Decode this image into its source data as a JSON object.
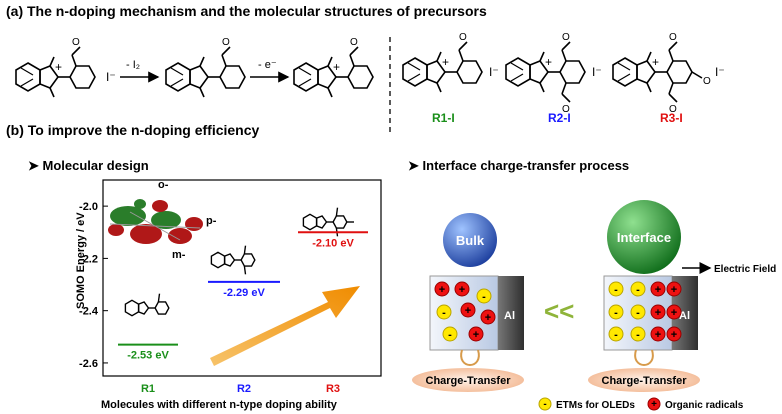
{
  "section_a": {
    "title": "(a) The n-doping mechanism and the molecular structures of precursors",
    "step1_label": "- I₂",
    "step2_label": "- e⁻",
    "iodide": "I⁻",
    "cation_mark": "+",
    "methoxy": "O",
    "precursors": [
      {
        "name": "R1-I",
        "color": "#1a8f1a"
      },
      {
        "name": "R2-I",
        "color": "#1a1aff"
      },
      {
        "name": "R3-I",
        "color": "#e01010"
      }
    ]
  },
  "section_b": {
    "title": "(b) To improve the n-doping efficiency",
    "molecular_design": "Molecular design",
    "interface_process": "Interface charge-transfer process"
  },
  "chart": {
    "ylabel": "SOMO Energy / eV",
    "xlabel": "Molecules with different n-type doping ability",
    "arrow_label": "n-type doping ability",
    "orbital_labels": {
      "o": "o-",
      "p": "p-",
      "m": "m-"
    }
  },
  "chart_data": {
    "type": "scatter",
    "categories": [
      "R1",
      "R2",
      "R3"
    ],
    "values": [
      -2.53,
      -2.29,
      -2.1
    ],
    "value_labels": [
      "-2.53 eV",
      "-2.29 eV",
      "-2.10 eV"
    ],
    "colors": [
      "#1a8f1a",
      "#1a1aff",
      "#e01010"
    ],
    "yticks": [
      "-2.0",
      "-2.2",
      "-2.4",
      "-2.6"
    ],
    "ylim": [
      -2.65,
      -1.9
    ]
  },
  "interface": {
    "bulk_label": "Bulk",
    "interface_label": "Interface",
    "electrode_label": "Al",
    "field_label": "Electric Field",
    "compare_symbol": "<<",
    "charge_transfer": "Charge-Transfer",
    "legend_etm": "ETMs for OLEDs",
    "legend_radical": "Organic radicals",
    "plus_sign": "+",
    "minus_sign": "-"
  }
}
